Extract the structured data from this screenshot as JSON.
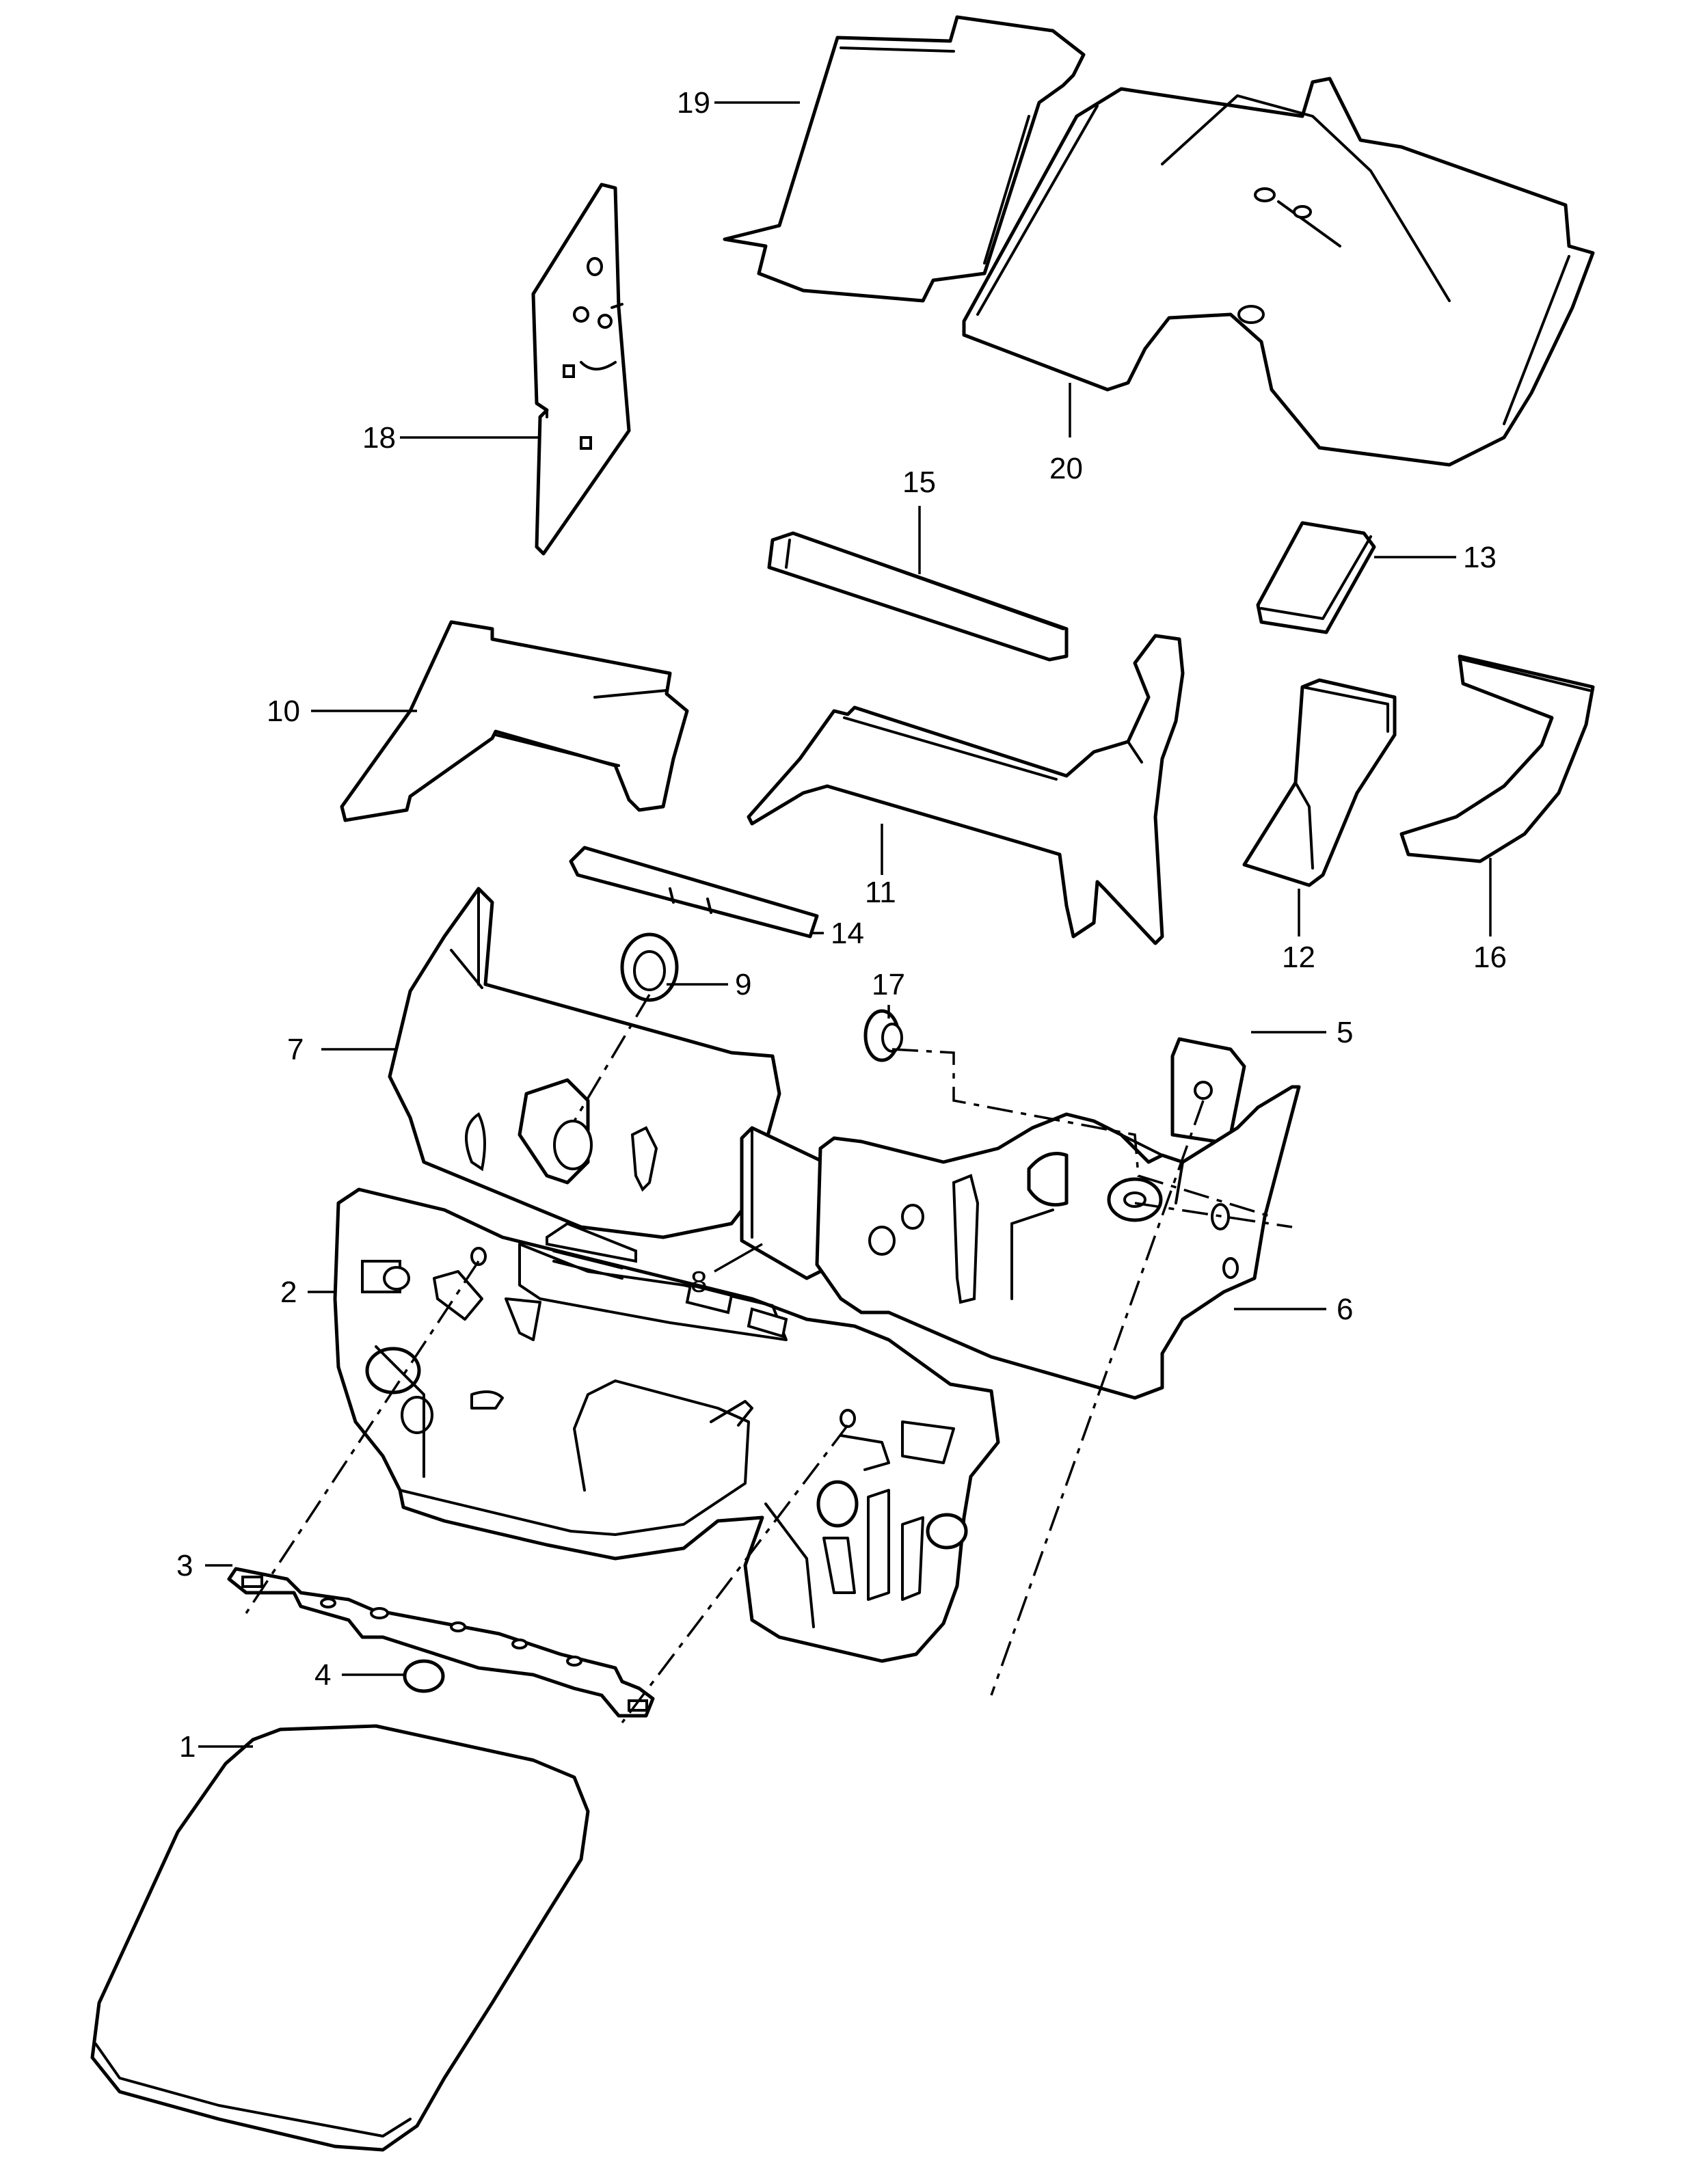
{
  "callouts": {
    "c1": "1",
    "c2": "2",
    "c3": "3",
    "c4": "4",
    "c5": "5",
    "c6": "6",
    "c7": "7",
    "c8": "8",
    "c9": "9",
    "c10": "10",
    "c11": "11",
    "c12": "12",
    "c13": "13",
    "c14": "14",
    "c15": "15",
    "c16": "16",
    "c17": "17",
    "c18": "18",
    "c19": "19",
    "c20": "20"
  },
  "style": {
    "line_color": "#000000",
    "background": "#ffffff"
  }
}
